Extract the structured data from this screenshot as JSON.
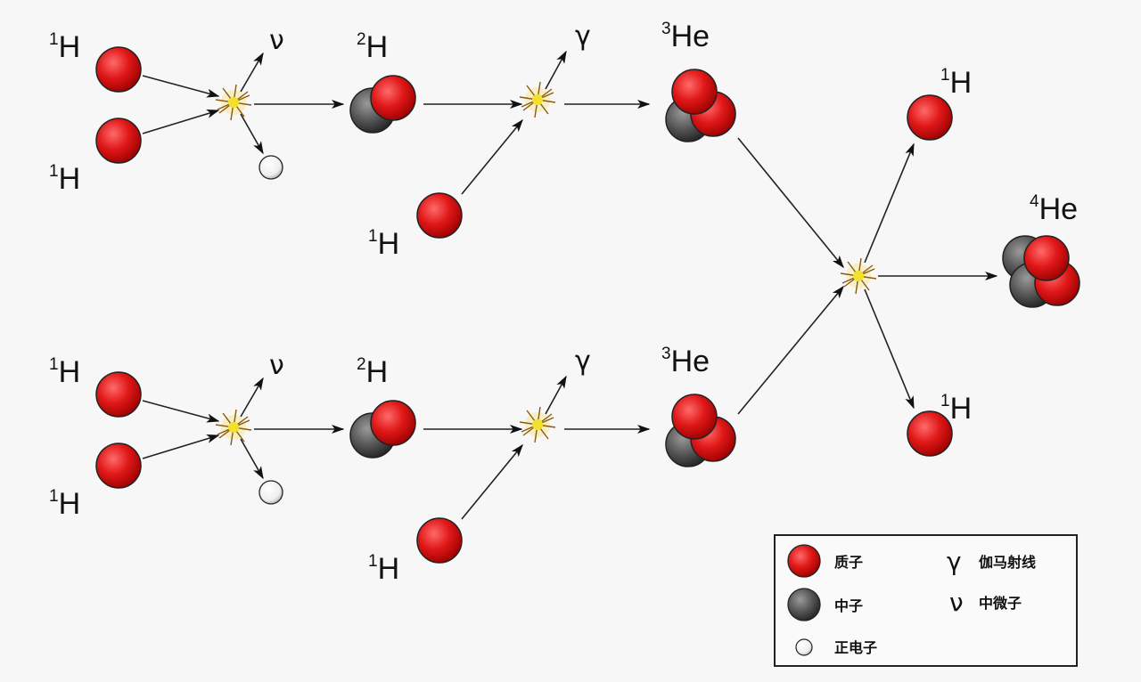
{
  "title": "Proton-proton chain",
  "labels": {
    "h1": "H",
    "h1_mass": "1",
    "h2": "H",
    "h2_mass": "2",
    "he3": "He",
    "he3_mass": "3",
    "he4": "He",
    "he4_mass": "4",
    "neutrino": "ν",
    "gamma": "γ"
  },
  "legend": {
    "proton": "质子",
    "neutron": "中子",
    "positron": "正电子",
    "gamma_symbol": "γ",
    "gamma": "伽马射线",
    "neutrino_symbol": "ν",
    "neutrino": "中微子"
  },
  "colors": {
    "proton": "#e01818",
    "neutron": "#555555",
    "positron": "#ffffff",
    "flash": "#f2e02a"
  }
}
